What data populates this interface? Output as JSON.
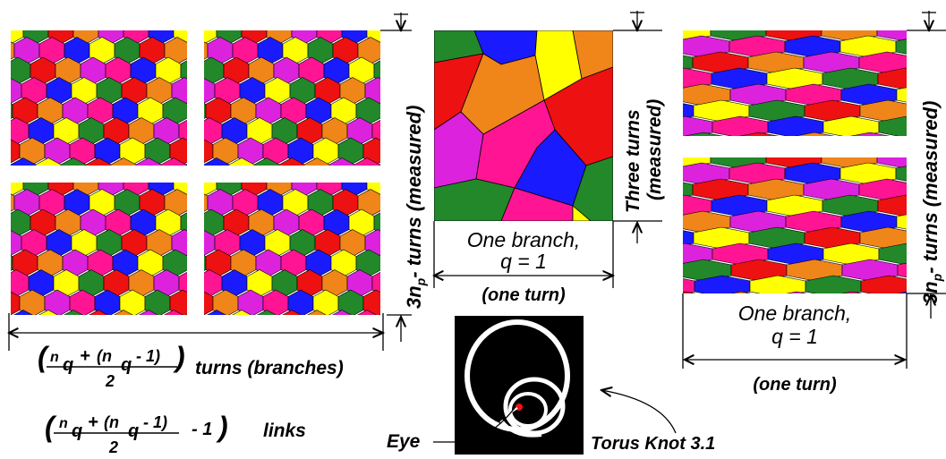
{
  "palette": [
    "#ffff00",
    "#ff1493",
    "#f0851a",
    "#22882a",
    "#1a1aff",
    "#dd22dd",
    "#ee1111"
  ],
  "labels": {
    "left_vertical": "3nᵨ turns (measured)",
    "left_vertical_base": "3n",
    "left_vertical_sub": "p",
    "left_vertical_rest": "- turns (measured)",
    "turns_formula_text": "(nq + (nq-1)/2) turns (branches)",
    "turns_word": "turns (branches)",
    "links_word": "links",
    "formula_n": "n",
    "formula_q": "q",
    "formula_plus": "+",
    "formula_paren_n": "(n",
    "formula_q1": "q",
    "formula_minus1": "- 1)",
    "formula_den": "2",
    "formula_minus_one": "- 1",
    "middle_vertical_1": "Three turns",
    "middle_vertical_2": "(measured)",
    "middle_branch_1": "One branch,",
    "middle_branch_2": "q = 1",
    "middle_one_turn": "(one turn)",
    "eye": "Eye",
    "torus_knot": "Torus Knot 3.1",
    "right_vertical_base": "3n",
    "right_vertical_sub": "p",
    "right_vertical_rest": "- turns (measured)",
    "right_branch_1": "One branch,",
    "right_branch_2": "q = 1",
    "right_one_turn": "(one turn)"
  }
}
